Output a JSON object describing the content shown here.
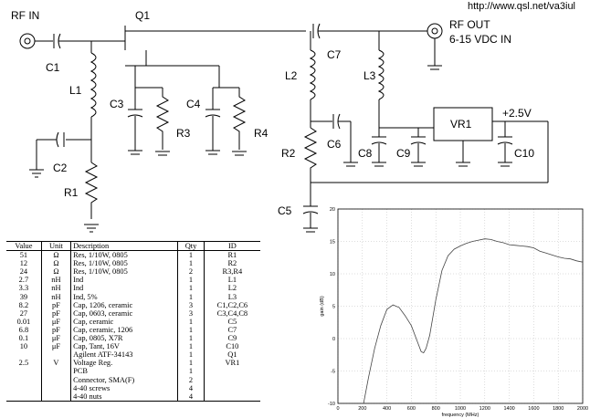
{
  "header": {
    "url": "http://www.qsl.net/va3iul"
  },
  "schematic": {
    "labels": {
      "rf_in": "RF IN",
      "rf_out": "RF OUT",
      "supply": "6-15 VDC IN",
      "q1": "Q1",
      "c1": "C1",
      "c2": "C2",
      "c3": "C3",
      "c4": "C4",
      "c5": "C5",
      "c6": "C6",
      "c7": "C7",
      "c8": "C8",
      "c9": "C9",
      "c10": "C10",
      "l1": "L1",
      "l2": "L2",
      "l3": "L3",
      "r1": "R1",
      "r2": "R2",
      "r3": "R3",
      "r4": "R4",
      "vr1": "VR1",
      "vout": "+2.5V"
    }
  },
  "bom": {
    "headers": [
      "Value",
      "Unit",
      "Description",
      "Qty",
      "ID"
    ],
    "rows": [
      [
        "51",
        "Ω",
        "Res, 1/10W, 0805",
        "1",
        "R1"
      ],
      [
        "12",
        "Ω",
        "Res, 1/10W, 0805",
        "1",
        "R2"
      ],
      [
        "24",
        "Ω",
        "Res, 1/10W, 0805",
        "2",
        "R3,R4"
      ],
      [
        "2.7",
        "nH",
        "Ind",
        "1",
        "L1"
      ],
      [
        "3.3",
        "nH",
        "Ind",
        "1",
        "L2"
      ],
      [
        "39",
        "nH",
        "Ind, 5%",
        "1",
        "L3"
      ],
      [
        "8.2",
        "pF",
        "Cap, 1206, ceramic",
        "3",
        "C1,C2,C6"
      ],
      [
        "27",
        "pF",
        "Cap, 0603, ceramic",
        "3",
        "C3,C4,C8"
      ],
      [
        "0.01",
        "μF",
        "Cap, ceramic",
        "1",
        "C5"
      ],
      [
        "6.8",
        "pF",
        "Cap, ceramic, 1206",
        "1",
        "C7"
      ],
      [
        "0.1",
        "μF",
        "Cap, 0805, X7R",
        "1",
        "C9"
      ],
      [
        "10",
        "μF",
        "Cap, Tant, 16V",
        "1",
        "C10"
      ],
      [
        "",
        "",
        "Agilent ATF-34143",
        "1",
        "Q1"
      ],
      [
        "2.5",
        "V",
        "Voltage Reg.",
        "1",
        "VR1"
      ],
      [
        "",
        "",
        "PCB",
        "1",
        ""
      ],
      [
        "",
        "",
        "Connector, SMA(F)",
        "2",
        ""
      ],
      [
        "",
        "",
        "4-40 screws",
        "4",
        ""
      ],
      [
        "",
        "",
        "4-40 nuts",
        "4",
        ""
      ]
    ]
  },
  "chart_data": {
    "type": "line",
    "title": "",
    "xlabel": "frequency (MHz)",
    "ylabel": "gain (dB)",
    "xlim": [
      0,
      2000
    ],
    "ylim": [
      -10,
      20
    ],
    "xticks": [
      0,
      200,
      400,
      600,
      800,
      1000,
      1200,
      1400,
      1600,
      1800,
      2000
    ],
    "yticks": [
      -10,
      -5,
      0,
      5,
      10,
      15,
      20
    ],
    "grid": true,
    "series": [
      {
        "name": "",
        "x": [
          210,
          250,
          300,
          350,
          400,
          450,
          500,
          550,
          600,
          650,
          680,
          700,
          720,
          750,
          800,
          850,
          900,
          950,
          1000,
          1050,
          1100,
          1150,
          1200,
          1250,
          1300,
          1350,
          1400,
          1450,
          1500,
          1550,
          1600,
          1650,
          1700,
          1750,
          1800,
          1850,
          1900,
          1950,
          2000
        ],
        "y": [
          -10,
          -6,
          -1.5,
          2,
          4.5,
          5.2,
          4.8,
          3.5,
          2,
          -0.5,
          -2,
          -2.2,
          -1.5,
          0.5,
          6,
          10.5,
          12.8,
          13.8,
          14.3,
          14.7,
          15.0,
          15.2,
          15.4,
          15.3,
          15.0,
          14.8,
          14.5,
          14.4,
          14.3,
          14.2,
          14.0,
          13.5,
          13.2,
          12.9,
          12.6,
          12.4,
          12.3,
          12.0,
          11.8
        ]
      }
    ]
  }
}
